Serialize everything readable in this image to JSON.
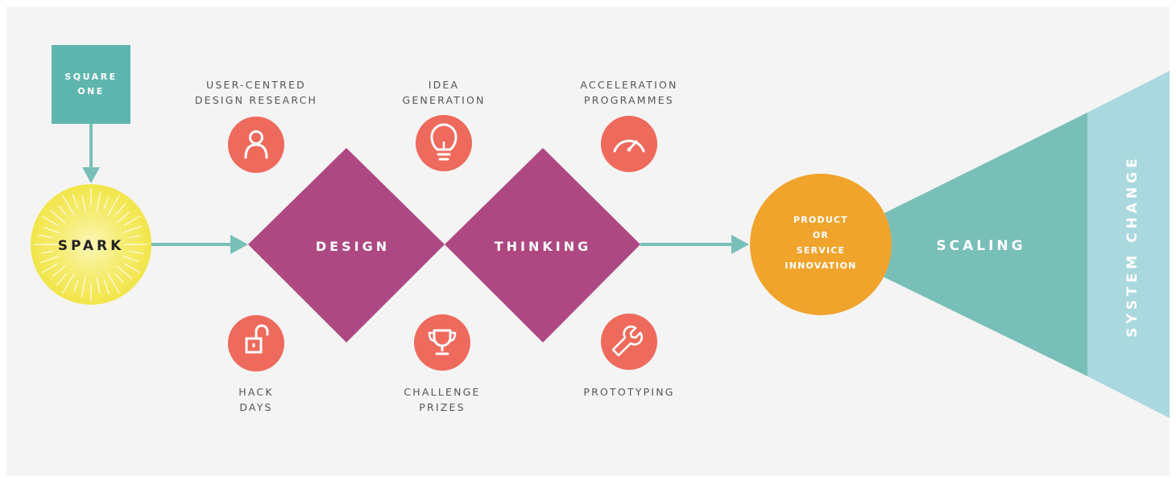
{
  "start": {
    "label": "SQUARE\nONE"
  },
  "spark": {
    "label": "SPARK"
  },
  "design_thinking": {
    "left_label": "DESIGN",
    "right_label": "THINKING"
  },
  "methods": {
    "top": [
      {
        "label": "USER-CENTRED\nDESIGN RESEARCH",
        "icon": "person-icon"
      },
      {
        "label": "IDEA\nGENERATION",
        "icon": "lightbulb-icon"
      },
      {
        "label": "ACCELERATION\nPROGRAMMES",
        "icon": "speedometer-icon"
      }
    ],
    "bottom": [
      {
        "label": "HACK\nDAYS",
        "icon": "unlocked-padlock-icon"
      },
      {
        "label": "CHALLENGE\nPRIZES",
        "icon": "trophy-icon"
      },
      {
        "label": "PROTOTYPING",
        "icon": "wrench-icon"
      }
    ]
  },
  "innovation": {
    "label": "PRODUCT\nOR\nSERVICE\nINNOVATION"
  },
  "scaling": {
    "label": "SCALING"
  },
  "system_change": {
    "label": "SYSTEM CHANGE"
  },
  "colors": {
    "teal": "#5fb6ae",
    "light_teal": "#a9d8de",
    "scaling_teal": "#78bfb8",
    "magenta": "#ae4883",
    "coral": "#ee6a5c",
    "yellow": "#f3e64d",
    "orange": "#f0a42c",
    "background": "#f4f4f4"
  }
}
